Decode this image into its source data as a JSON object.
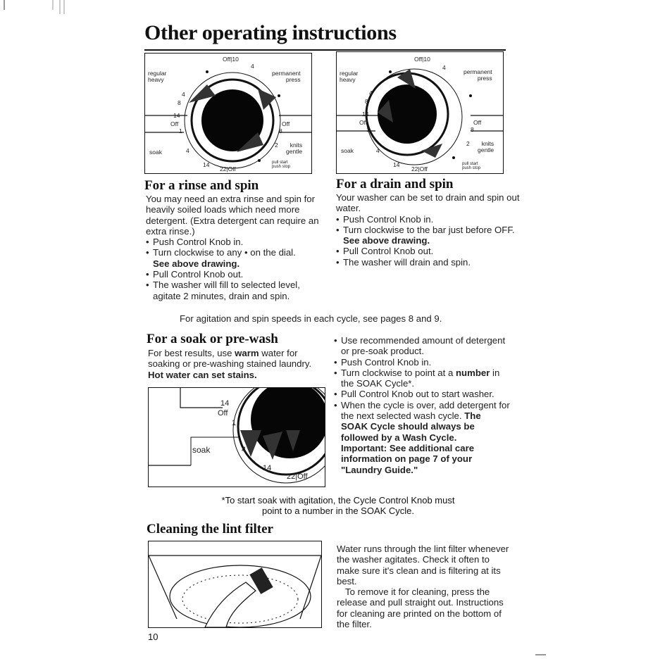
{
  "page": {
    "title": "Other operating instructions",
    "page_number": "10"
  },
  "dial_labels": {
    "regular_heavy": "regular\nheavy",
    "permanent_press": "permanent\npress",
    "off_10": "Off|10",
    "n4": "4",
    "n8": "8",
    "n14": "14",
    "off": "Off",
    "n1": "1",
    "n2": "2",
    "knits_gentle": "knits\ngentle",
    "soak": "soak",
    "n22off": "22|Off",
    "pull_start": "pull start\npush stop"
  },
  "rinse": {
    "heading": "For a rinse and spin",
    "intro": "You may need an extra rinse and spin for heavily soiled loads which need more detergent. (Extra detergent can require an extra rinse.)",
    "steps": [
      "Push Control Knob in.",
      "Turn clockwise to any • on the dial.",
      "Pull Control Knob out.",
      "The washer will fill to selected level, agitate 2 minutes, drain and spin."
    ],
    "see_drawing": "See above drawing."
  },
  "drain": {
    "heading": "For a drain and spin",
    "intro": "Your washer can be set to drain and spin out water.",
    "steps": [
      "Push Control Knob in.",
      "Turn clockwise to the bar just before OFF.",
      "Pull Control Knob out.",
      "The washer will drain and spin."
    ],
    "see_drawing": "See above drawing."
  },
  "speeds_note": "For agitation and spin speeds in each cycle, see pages 8 and 9.",
  "soak": {
    "heading": "For a soak or pre-wash",
    "intro_1": "For best results, use",
    "intro_warm": "warm",
    "intro_2": "water for soaking or pre-washing stained laundry.",
    "intro_bold": "Hot water can set stains.",
    "steps": [
      "Use recommended amount of detergent or pre-soak product.",
      "Push Control Knob in.",
      "Pull Control Knob out to start washer.",
      "When the cycle is over, add detergent for the next selected wash cycle."
    ],
    "turn_step_1": "Turn clockwise to point at a",
    "turn_step_bold": "number",
    "turn_step_2": "in the SOAK Cycle*.",
    "soak_follow": "The SOAK Cycle should always be followed by a Wash Cycle.",
    "important": "Important: See additional care information on page 7 of your \"Laundry Guide.\"",
    "footnote": "*To start soak with agitation, the Cycle Control Knob must point to a number in the SOAK Cycle.",
    "img_labels": {
      "n14": "14",
      "off": "Off",
      "n1": "1",
      "soak": "soak",
      "n4": "4",
      "n14b": "14",
      "n22off": "22|Off"
    }
  },
  "lint": {
    "heading": "Cleaning the lint filter",
    "para1": "Water runs through the lint filter whenever the washer agitates. Check it often to make sure it's clean and is filtering at its best.",
    "para2": "To remove it for cleaning, press the release and pull straight out. Instructions for cleaning are printed on the bottom of the filter."
  }
}
